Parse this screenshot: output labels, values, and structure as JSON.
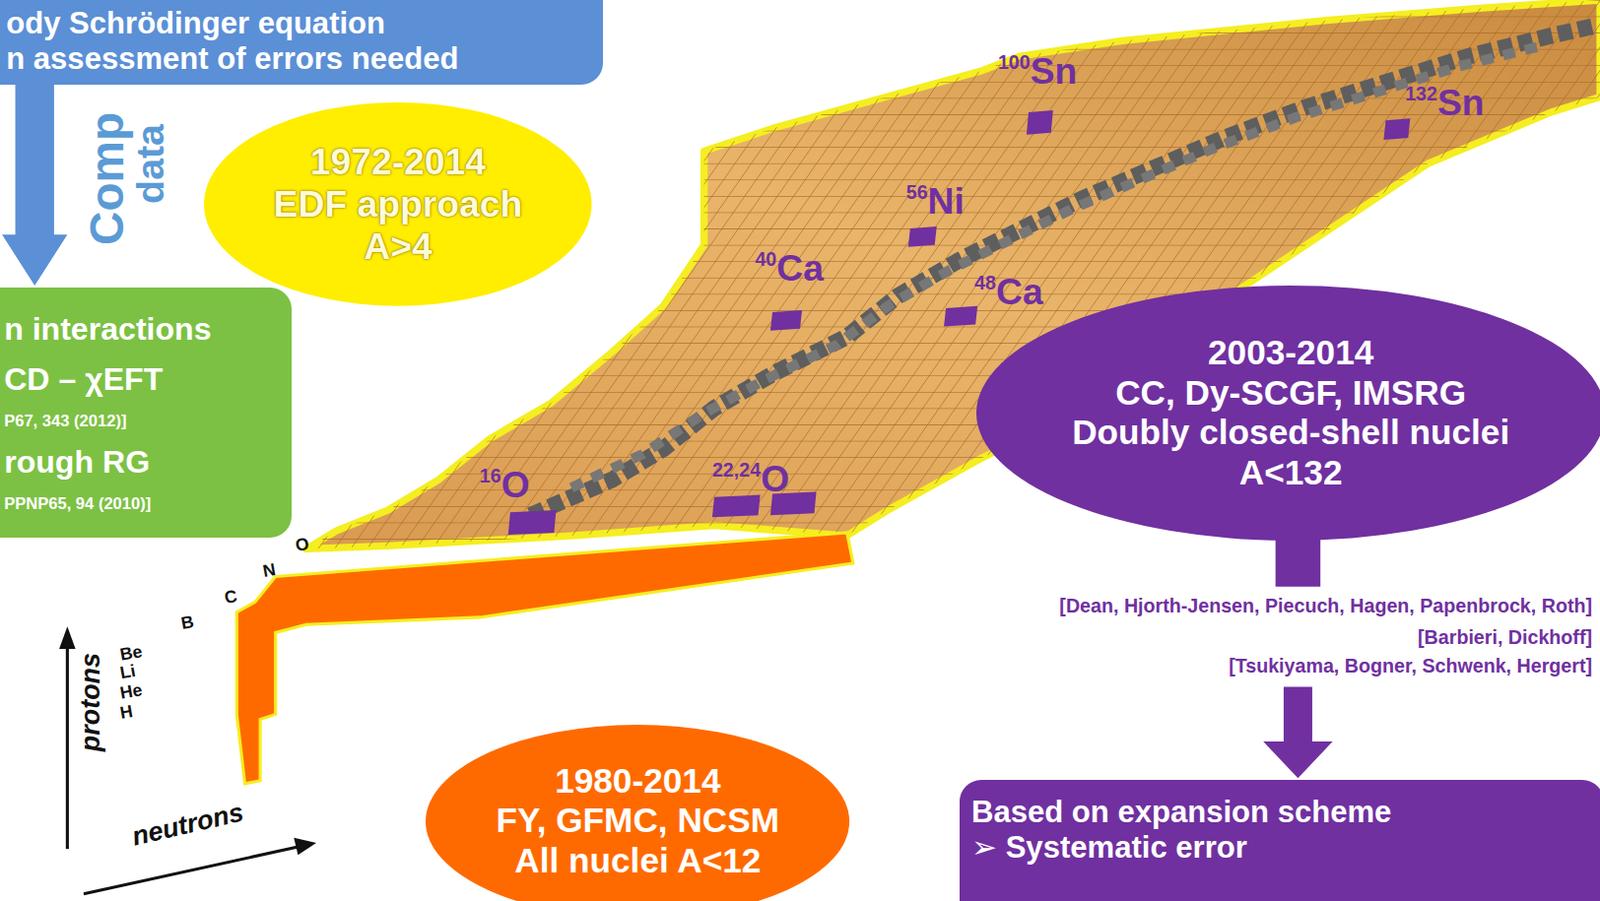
{
  "diagram": {
    "nodes": [
      {
        "text": [
          "ody Schrödinger equation",
          "n assessment of errors needed"
        ]
      },
      {
        "text": [
          "1972-2014",
          "EDF approach",
          "A>4"
        ]
      },
      {
        "text": [
          "n interactions",
          "CD – χEFT",
          "P67, 343 (2012)]",
          "rough RG",
          "PPNP65, 94 (2010)]"
        ]
      },
      {
        "text": [
          "2003-2014",
          "CC, Dy-SCGF, IMSRG",
          "Doubly closed-shell nuclei",
          "A<132"
        ]
      },
      {
        "text": [
          "Based on expansion scheme",
          "➢ Systematic error"
        ]
      },
      {
        "text": [
          "1980-2014",
          "FY, GFMC, NCSM",
          "All nuclei A<12"
        ]
      }
    ],
    "edges": [
      {
        "from": 0,
        "to": 2,
        "arrow": "to"
      },
      {
        "from": 3,
        "to": 4,
        "arrow": "to"
      }
    ],
    "labels": [
      "Comp",
      "data",
      "100",
      "Sn",
      "132",
      "Sn",
      "56",
      "Ni",
      "40",
      "Ca",
      "48",
      "Ca",
      "16",
      "O",
      "22,24",
      "O",
      "O",
      "N",
      "C",
      "B",
      "Be",
      "Li",
      "He",
      "H",
      "protons",
      "neutrons",
      "[Dean, Hjorth-Jensen, Piecuch, Hagen, Papenbrock, Roth]",
      "[Barbieri, Dickhoff]",
      "[Tsukiyama, Bogner, Schwenk, Hergert]"
    ]
  }
}
